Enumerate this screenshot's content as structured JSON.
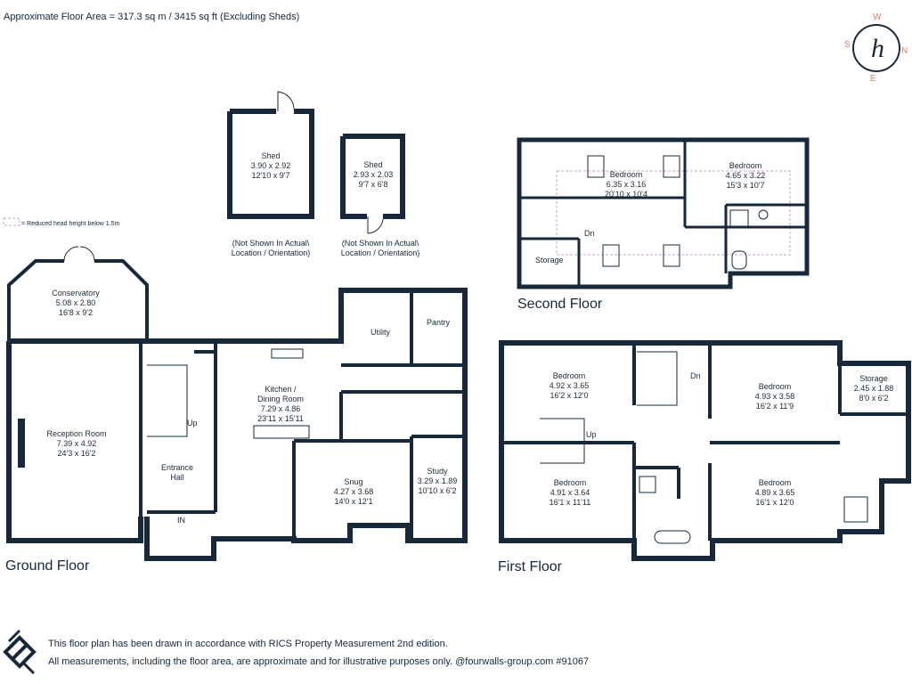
{
  "header": "Approximate Floor Area = 317.3 sq m / 3415 sq ft (Excluding Sheds)",
  "compass": {
    "n": "N",
    "s": "S",
    "e": "E",
    "w": "W",
    "logo": "h",
    "ring_color": "#1a2b3c",
    "letter_color": "#e07b6b"
  },
  "legend": "= Reduced head height below 1.5m",
  "floors": {
    "ground": "Ground Floor",
    "first": "First Floor",
    "second": "Second Floor"
  },
  "sheds": {
    "shed1": {
      "name": "Shed",
      "m": "3.90 x 2.92",
      "ft": "12'10 x 9'7"
    },
    "shed2": {
      "name": "Shed",
      "m": "2.93 x 2.03",
      "ft": "9'7 x 6'8"
    },
    "note_line1": "(Not Shown In Actual\\",
    "note_line2": "Location / Orientation)"
  },
  "ground_rooms": {
    "conservatory": {
      "name": "Conservatory",
      "m": "5.08 x 2.80",
      "ft": "16'8 x 9'2"
    },
    "reception": {
      "name": "Reception Room",
      "m": "7.39 x 4.92",
      "ft": "24'3 x 16'2"
    },
    "entrance_line1": "Entrance",
    "entrance_line2": "Hall",
    "in": "IN",
    "up": "Up",
    "kitchen_line1": "Kitchen /",
    "kitchen_line2": "Dining Room",
    "kitchen_m": "7.29 x 4.86",
    "kitchen_ft": "23'11 x 15'11",
    "utility": "Utility",
    "pantry": "Pantry",
    "snug": {
      "name": "Snug",
      "m": "4.27 x 3.68",
      "ft": "14'0 x 12'1"
    },
    "study": {
      "name": "Study",
      "m": "3.29 x 1.89",
      "ft": "10'10 x 6'2"
    }
  },
  "first_rooms": {
    "bed1": {
      "name": "Bedroom",
      "m": "4.92 x 3.65",
      "ft": "16'2 x 12'0"
    },
    "bed2": {
      "name": "Bedroom",
      "m": "4.93 x 3.58",
      "ft": "16'2 x 11'9"
    },
    "storage": {
      "name": "Storage",
      "m": "2.45 x 1.88",
      "ft": "8'0 x 6'2"
    },
    "bed3": {
      "name": "Bedroom",
      "m": "4.91 x 3.64",
      "ft": "16'1 x 11'11"
    },
    "bed4": {
      "name": "Bedroom",
      "m": "4.89 x 3.65",
      "ft": "16'1 x 12'0"
    },
    "dn": "Dn",
    "up": "Up"
  },
  "second_rooms": {
    "bed1": {
      "name": "Bedroom",
      "m": "6.35 x 3.16",
      "ft": "20'10 x 10'4"
    },
    "bed2": {
      "name": "Bedroom",
      "m": "4.65 x 3.22",
      "ft": "15'3 x 10'7"
    },
    "dn": "Dn",
    "storage": "Storage"
  },
  "footer": {
    "line1": "This floor plan has been drawn in accordance with RICS Property Measurement 2nd edition.",
    "line2": "All measurements, including the floor area, are approximate and for illustrative purposes only. @fourwalls-group.com #91067"
  }
}
